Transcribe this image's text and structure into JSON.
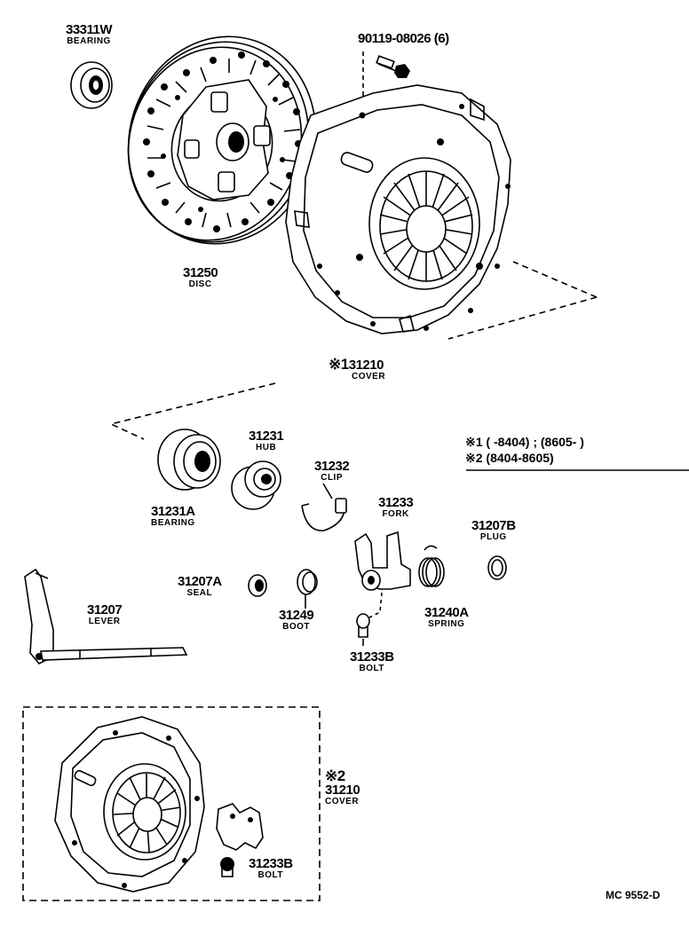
{
  "parts": {
    "bearing_33311w": {
      "number": "33311W",
      "name": "BEARING"
    },
    "bolt_90119": {
      "number": "90119-08026 (6)"
    },
    "disc": {
      "number": "31250",
      "name": "DISC"
    },
    "cover_1": {
      "mark": "※1",
      "number": "31210",
      "name": "COVER"
    },
    "hub": {
      "number": "31231",
      "name": "HUB"
    },
    "clip": {
      "number": "31232",
      "name": "CLIP"
    },
    "bearing_31231a": {
      "number": "31231A",
      "name": "BEARING"
    },
    "fork": {
      "number": "31233",
      "name": "FORK"
    },
    "plug": {
      "number": "31207B",
      "name": "PLUG"
    },
    "seal": {
      "number": "31207A",
      "name": "SEAL"
    },
    "boot": {
      "number": "31249",
      "name": "BOOT"
    },
    "spring": {
      "number": "31240A",
      "name": "SPRING"
    },
    "lever": {
      "number": "31207",
      "name": "LEVER"
    },
    "bolt_31233b": {
      "number": "31233B",
      "name": "BOLT"
    },
    "cover_2": {
      "mark": "※2",
      "number": "31210",
      "name": "COVER"
    },
    "bolt_31233b_2": {
      "number": "31233B",
      "name": "BOLT"
    }
  },
  "legend": {
    "line1": "※1 (      -8404) ; (8605-        )",
    "line2": "※2 (8404-8605)"
  },
  "diagram_code": "MC  9552-D"
}
